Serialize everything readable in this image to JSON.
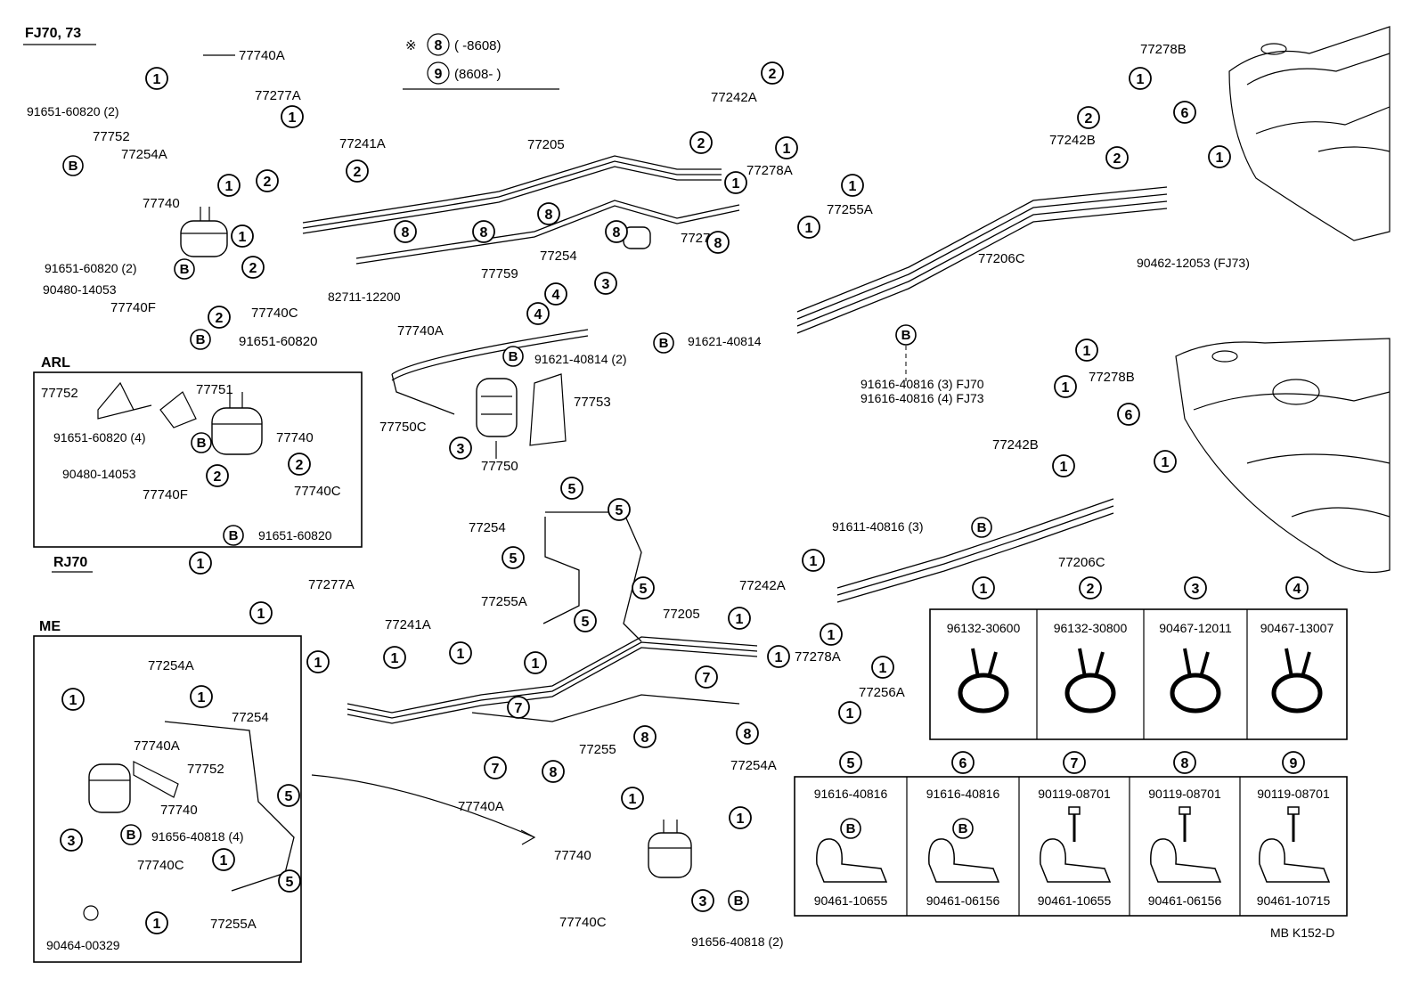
{
  "header": {
    "model": "FJ70, 73",
    "note_line1": "( -8608)",
    "note_line2": "(8608- )",
    "note_num1": "8",
    "note_num2": "9"
  },
  "sections": {
    "arl": "ARL",
    "rj70": "RJ70",
    "me": "ME"
  },
  "labels": {
    "p77740A_a": "77740A",
    "p77277A_a": "77277A",
    "p91651_60820_2_a": "91651-60820 (2)",
    "p77752_a": "77752",
    "p77254A_a": "77254A",
    "p77241A_a": "77241A",
    "p77740_a": "77740",
    "p91651_60820_2_b": "91651-60820 (2)",
    "p90480_14053_a": "90480-14053",
    "p77740F_a": "77740F",
    "p77740C_a": "77740C",
    "p91651_60820_a": "91651-60820",
    "p77205_a": "77205",
    "p77254_a": "77254",
    "p77759": "77759",
    "p82711_12200": "82711-12200",
    "p77740A_b": "77740A",
    "p77750C": "77750C",
    "p91621_40814_2": "91621-40814 (2)",
    "p77753": "77753",
    "p77750": "77750",
    "p77276": "77276",
    "p91621_40814": "91621-40814",
    "p77242A_a": "77242A",
    "p77278A_a": "77278A",
    "p77255A_a": "77255A",
    "p77206C_a": "77206C",
    "p91616_fj70": "91616-40816 (3) FJ70",
    "p91616_fj73": "91616-40816 (4) FJ73",
    "p77278B_a": "77278B",
    "p77242B_a": "77242B",
    "p90462_12053": "90462-12053 (FJ73)",
    "p77278B_b": "77278B",
    "p77242B_b": "77242B",
    "p91611_40816_3": "91611-40816 (3)",
    "p77206C_b": "77206C",
    "arl_77752": "77752",
    "arl_77751": "77751",
    "arl_91651_4": "91651-60820 (4)",
    "arl_77740": "77740",
    "arl_90480": "90480-14053",
    "arl_77740F": "77740F",
    "arl_77740C": "77740C",
    "arl_91651": "91651-60820",
    "rj_77277A": "77277A",
    "rj_77241A": "77241A",
    "rj_77254": "77254",
    "rj_77255A": "77255A",
    "rj_77205": "77205",
    "rj_77255": "77255",
    "rj_77242A": "77242A",
    "rj_77278A": "77278A",
    "rj_77256A": "77256A",
    "rj_77254A": "77254A",
    "rj_77740A": "77740A",
    "rj_77740": "77740",
    "rj_77740C": "77740C",
    "rj_91656_2": "91656-40818 (2)",
    "me_77254A": "77254A",
    "me_77740A": "77740A",
    "me_77254": "77254",
    "me_77752": "77752",
    "me_77740": "77740",
    "me_91656_4": "91656-40818 (4)",
    "me_77740C": "77740C",
    "me_77255A": "77255A",
    "me_90464": "90464-00329"
  },
  "clamp_table": [
    {
      "num": "1",
      "part": "96132-30600"
    },
    {
      "num": "2",
      "part": "96132-30800"
    },
    {
      "num": "3",
      "part": "90467-12011"
    },
    {
      "num": "4",
      "part": "90467-13007"
    }
  ],
  "clip_table": [
    {
      "num": "5",
      "part_top": "91616-40816",
      "part_bottom": "90461-10655",
      "bolt": "B"
    },
    {
      "num": "6",
      "part_top": "91616-40816",
      "part_bottom": "90461-06156",
      "bolt": "B"
    },
    {
      "num": "7",
      "part_top": "90119-08701",
      "part_bottom": "90461-10655",
      "bolt": ""
    },
    {
      "num": "8",
      "part_top": "90119-08701",
      "part_bottom": "90461-06156",
      "bolt": ""
    },
    {
      "num": "9",
      "part_top": "90119-08701",
      "part_bottom": "90461-10715",
      "bolt": ""
    }
  ],
  "footer": {
    "code": "MB K152-D"
  },
  "letters": {
    "b": "B"
  },
  "icons": [
    "circled-number-icon",
    "bolt-b-icon",
    "clamp-icon",
    "clip-icon",
    "fuel-filter-icon",
    "fuel-tank-icon"
  ]
}
